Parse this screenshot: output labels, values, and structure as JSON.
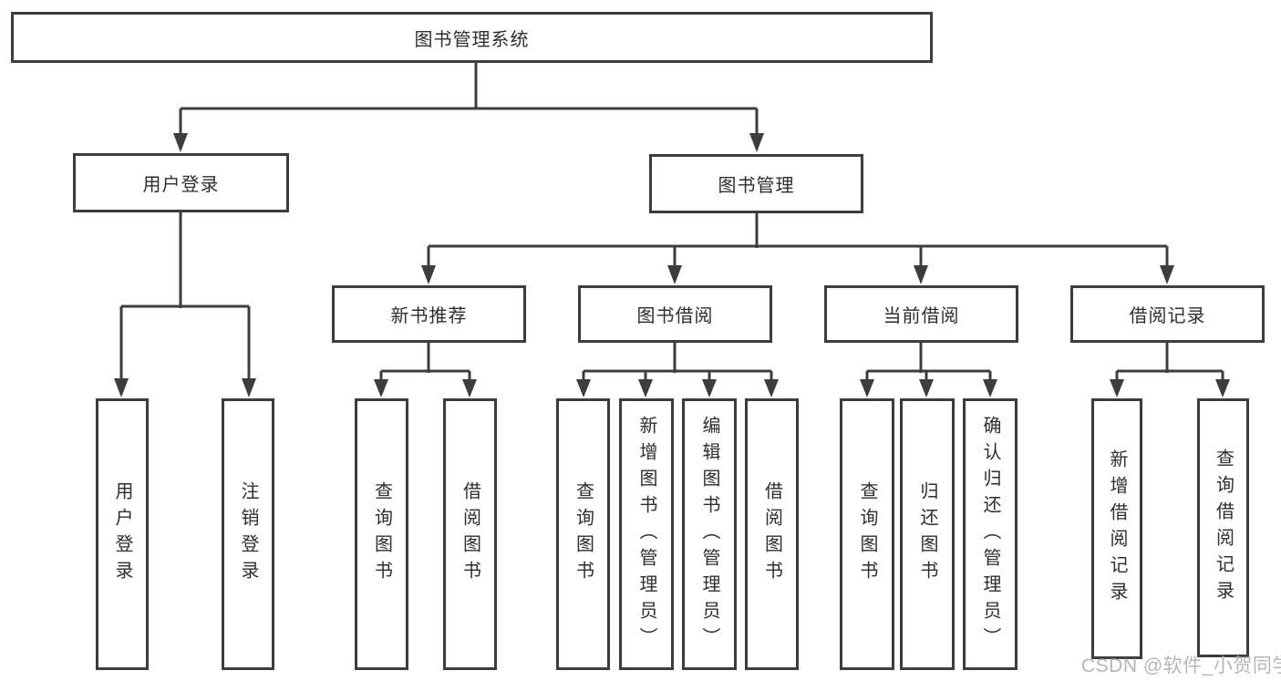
{
  "diagram": {
    "root": {
      "label": "图书管理系统"
    },
    "user_branch": {
      "label": "用户登录",
      "children": [
        {
          "label": "用户登录"
        },
        {
          "label": "注销登录"
        }
      ]
    },
    "mgmt_branch": {
      "label": "图书管理",
      "groups": [
        {
          "label": "新书推荐",
          "children": [
            {
              "label": "查询图书"
            },
            {
              "label": "借阅图书"
            }
          ]
        },
        {
          "label": "图书借阅",
          "children": [
            {
              "label": "查询图书"
            },
            {
              "label": "新增图书（管理员）"
            },
            {
              "label": "编辑图书（管理员）"
            },
            {
              "label": "借阅图书"
            }
          ]
        },
        {
          "label": "当前借阅",
          "children": [
            {
              "label": "查询图书"
            },
            {
              "label": "归还图书"
            },
            {
              "label": "确认归还（管理员）"
            }
          ]
        },
        {
          "label": "借阅记录",
          "children": [
            {
              "label": "新增借阅记录"
            },
            {
              "label": "查询借阅记录"
            }
          ]
        }
      ]
    },
    "watermark": {
      "text": "CSDN @软件_小贺同学"
    },
    "colors": {
      "line": "#3d3d3d",
      "border": "#3d3d3d",
      "text": "#2e2e2e",
      "watermark": "#b6b6b6",
      "background": "#ffffff"
    }
  }
}
